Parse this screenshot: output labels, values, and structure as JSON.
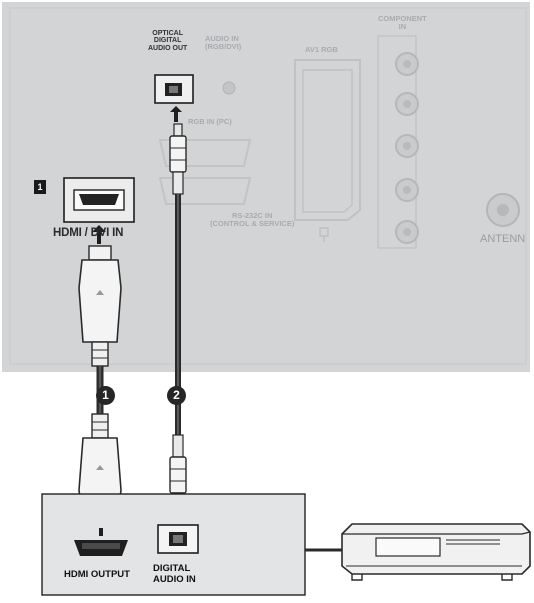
{
  "tv_panel": {
    "hdmi_port_number": "1",
    "hdmi_dvi_label": "HDMI / DVI IN",
    "optical_label_lines": [
      "OPTICAL",
      "DIGITAL",
      "AUDIO OUT"
    ],
    "audio_rgb_label_lines": [
      "AUDIO IN",
      "(RGB/DVI)"
    ],
    "component_label_lines": [
      "COMPONENT",
      "IN"
    ],
    "av1_label": "AV1 RGB",
    "rgb_in_label": "RGB IN (PC)",
    "rs232_label_lines": [
      "RS-232C IN",
      "(CONTROL & SERVICE)"
    ],
    "antenna_label": "ANTENN"
  },
  "cable_steps": [
    "1",
    "2"
  ],
  "external_device": {
    "hdmi_output_label": "HDMI OUTPUT",
    "digital_audio_label_lines": [
      "DIGITAL",
      "AUDIO IN"
    ]
  },
  "colors": {
    "panel_gray": "#d2d4d5",
    "cable_dark": "#2a2a2a",
    "label_dark": "#111111",
    "label_faint": "#a9acaf"
  }
}
